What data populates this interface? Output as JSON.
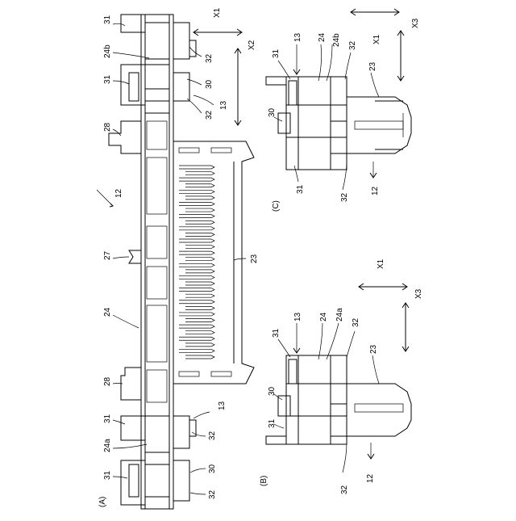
{
  "figure": {
    "views": {
      "A": "(A)",
      "B": "(B)",
      "C": "(C)"
    },
    "axes": {
      "x1": "X1",
      "x2": "X2",
      "x3": "X3"
    },
    "refs": {
      "r12": "12",
      "r13": "13",
      "r23": "23",
      "r24": "24",
      "r24a": "24a",
      "r24b": "24b",
      "r27": "27",
      "r28": "28",
      "r30": "30",
      "r31": "31",
      "r32": "32"
    }
  }
}
